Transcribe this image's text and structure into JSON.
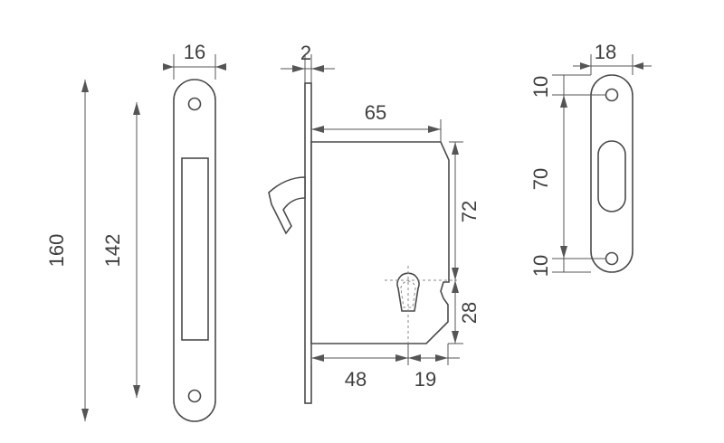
{
  "dimensions": {
    "front_plate_height_outer": "160",
    "front_plate_height_inner": "142",
    "front_plate_width": "16",
    "plate_thickness": "2",
    "case_width": "65",
    "case_upper_height": "72",
    "keyhole_offset": "28",
    "backset": "48",
    "keyhole_to_back": "19",
    "strike_width": "18",
    "strike_top": "10",
    "strike_middle": "70",
    "strike_bottom": "10"
  },
  "colors": {
    "line": "#4a4a4a",
    "dimension": "#555555",
    "text": "#3f3f3f"
  }
}
